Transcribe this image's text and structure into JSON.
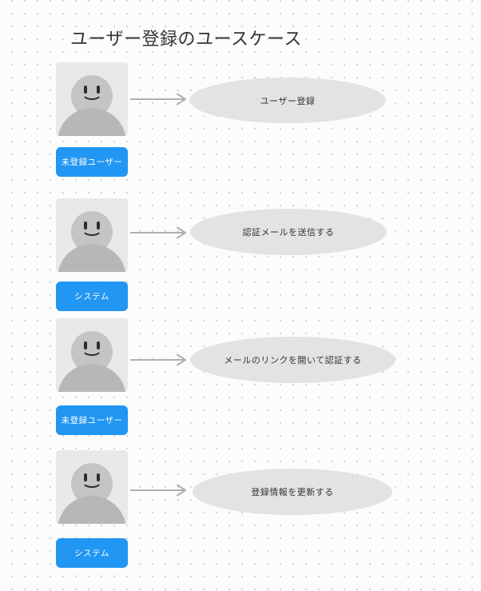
{
  "title": "ユーザー登録のユースケース",
  "colors": {
    "background": "#fcfcfc",
    "grid_dot": "#d6d6d6",
    "actor_card": "#e9e9e9",
    "actor_head": "#c4c4c4",
    "actor_body": "#b7b7b7",
    "face_stroke": "#2d2d2d",
    "actor_label_bg": "#2196f3",
    "actor_label_text": "#ffffff",
    "usecase_fill": "#e3e3e3",
    "usecase_text": "#333333",
    "arrow": "#afafaf",
    "title_text": "#333333"
  },
  "diagram": {
    "type": "use-case",
    "sections": [
      {
        "actor": "未登録ユーザー",
        "usecase": "ユーザー登録"
      },
      {
        "actor": "システム",
        "usecase": "認証メールを送信する"
      },
      {
        "actor": "未登録ユーザー",
        "usecase": "メールのリンクを開いて認証する"
      },
      {
        "actor": "システム",
        "usecase": "登録情報を更新する"
      }
    ]
  }
}
